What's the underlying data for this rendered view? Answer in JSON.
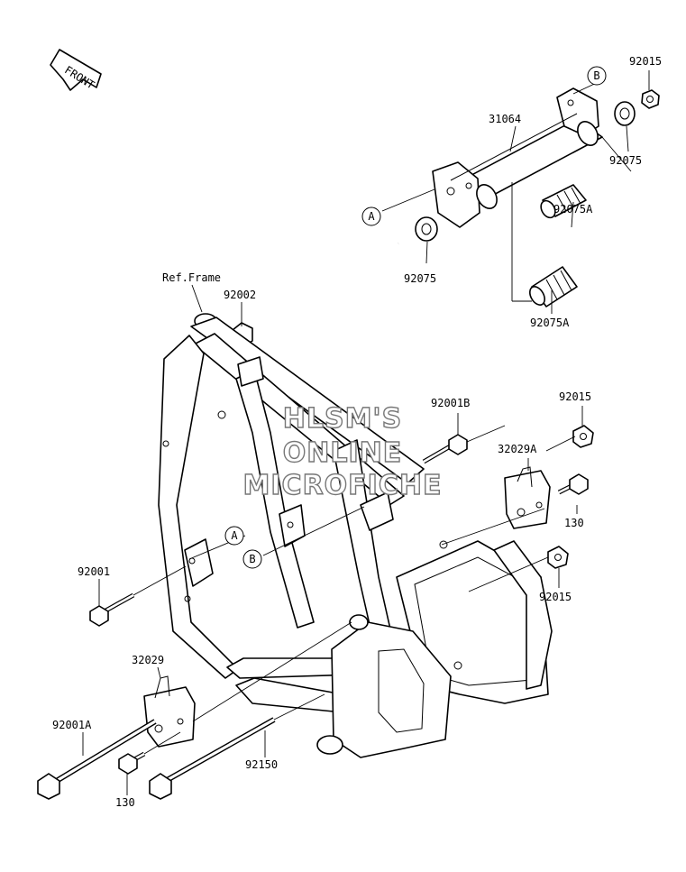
{
  "front_arrow": "FRONT",
  "labels": {
    "ref_frame": "Ref.Frame",
    "p92002": "92002",
    "p31064": "31064",
    "p92015_top": "92015",
    "p92075_right": "92075",
    "p92075a_top": "92075A",
    "p92075_left": "92075",
    "p92075a_bottom": "92075A",
    "p92001b": "92001B",
    "p92015_mid": "92015",
    "p32029a": "32029A",
    "p130_right": "130",
    "p92015_low": "92015",
    "p92001": "92001",
    "p32029": "32029",
    "p92001a": "92001A",
    "p130_left": "130",
    "p92150": "92150"
  },
  "callouts": {
    "a_top": "A",
    "b_top": "B",
    "a_frame": "A",
    "b_frame": "B"
  },
  "watermark": {
    "line1": "HLSM'S",
    "line2": "ONLINE",
    "line3": "MICROFICHE"
  }
}
